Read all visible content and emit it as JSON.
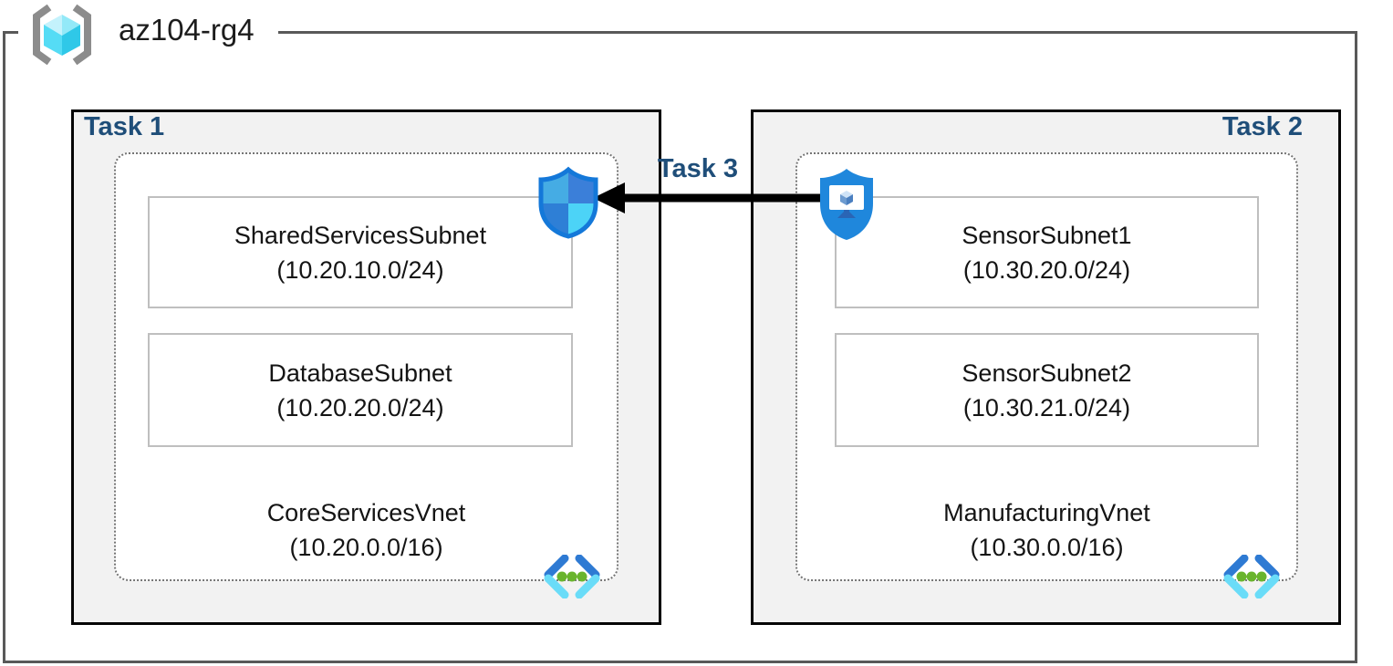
{
  "resource_group": {
    "name": "az104-rg4"
  },
  "labels": {
    "task1": "Task 1",
    "task2": "Task 2",
    "task3": "Task 3"
  },
  "vnets": [
    {
      "name": "CoreServicesVnet",
      "cidr": "(10.20.0.0/16)",
      "subnets": [
        {
          "name": "SharedServicesSubnet",
          "cidr": "(10.20.10.0/24)"
        },
        {
          "name": "DatabaseSubnet",
          "cidr": "(10.20.20.0/24)"
        }
      ]
    },
    {
      "name": "ManufacturingVnet",
      "cidr": "(10.30.0.0/16)",
      "subnets": [
        {
          "name": "SensorSubnet1",
          "cidr": "(10.30.20.0/24)"
        },
        {
          "name": "SensorSubnet2",
          "cidr": "(10.30.21.0/24)"
        }
      ]
    }
  ],
  "icons": {
    "resource_group": "resource-group-icon",
    "nsg": "network-security-group-icon",
    "bastion": "bastion-icon",
    "vnet": "virtual-network-icon",
    "arrow": "task3-arrow"
  },
  "colors": {
    "task_label": "#1f4e79",
    "rg_border": "#595959",
    "task_box_border": "#050505",
    "task_box_fill": "#f2f2f2",
    "vnet_dotted_border": "#757575",
    "subnet_border": "#bfbfbf",
    "arrow": "#000000",
    "azure_blue": "#1f87dc",
    "azure_cyan": "#50e6ff",
    "vnet_dot_green": "#69b42d"
  }
}
